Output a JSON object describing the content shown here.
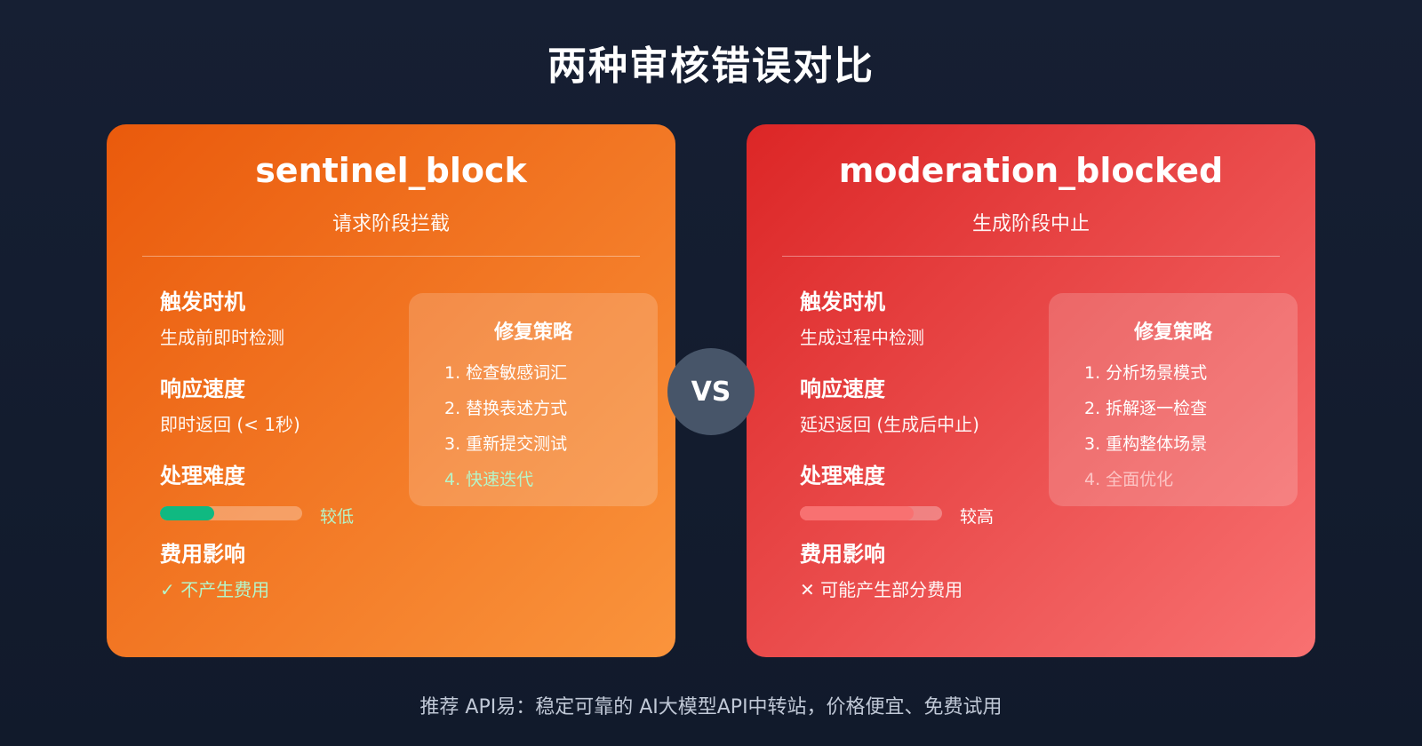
{
  "title": "两种审核错误对比",
  "colors": {
    "left_start": "#ea5a0c",
    "left_end": "#fa943c",
    "right_start": "#dc2626",
    "right_end": "#f87171",
    "vs_badge": "#475569",
    "green_accent": "#10b981",
    "green_text": "#b6f5c8",
    "muted_pink": "#fca5a5"
  },
  "left_card": {
    "title": "sentinel_block",
    "subtitle": "请求阶段拦截",
    "trigger_label": "触发时机",
    "trigger_value": "生成前即时检测",
    "speed_label": "响应速度",
    "speed_value": "即时返回 (< 1秒)",
    "difficulty_label": "处理难度",
    "difficulty_level": 0.38,
    "difficulty_text": "较低",
    "cost_label": "费用影响",
    "cost_icon": "✓",
    "cost_value": "不产生费用",
    "fix": {
      "title": "修复策略",
      "items": [
        "1. 检查敏感词汇",
        "2. 替换表述方式",
        "3. 重新提交测试",
        "4. 快速迭代"
      ]
    }
  },
  "right_card": {
    "title": "moderation_blocked",
    "subtitle": "生成阶段中止",
    "trigger_label": "触发时机",
    "trigger_value": "生成过程中检测",
    "speed_label": "响应速度",
    "speed_value": "延迟返回 (生成后中止)",
    "difficulty_label": "处理难度",
    "difficulty_level": 0.8,
    "difficulty_text": "较高",
    "cost_label": "费用影响",
    "cost_icon": "✕",
    "cost_value": "可能产生部分费用",
    "fix": {
      "title": "修复策略",
      "items": [
        "1. 分析场景模式",
        "2. 拆解逐一检查",
        "3. 重构整体场景",
        "4. 全面优化"
      ]
    }
  },
  "vs_label": "VS",
  "footer": "推荐 API易：稳定可靠的 AI大模型API中转站，价格便宜、免费试用"
}
